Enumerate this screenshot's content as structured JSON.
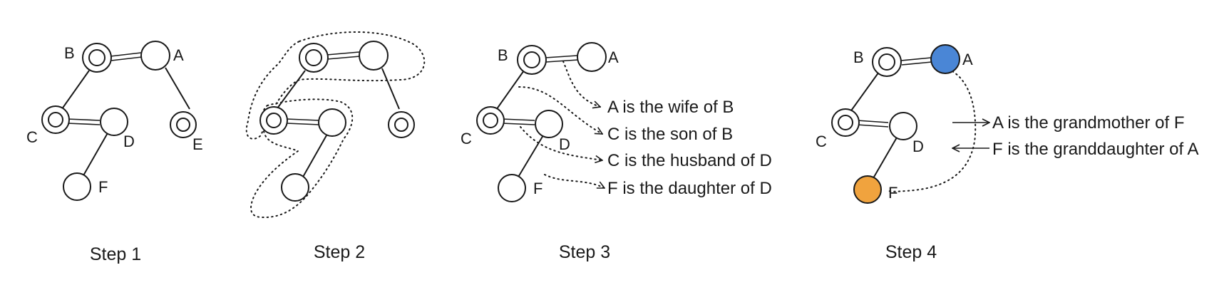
{
  "colors": {
    "node_a_fill": "#4a86d6",
    "node_f_fill": "#f0a33e",
    "stroke": "#1a1a1a"
  },
  "steps": [
    {
      "caption": "Step 1",
      "labels": {
        "b": "B",
        "a": "A",
        "c": "C",
        "d": "D",
        "e": "E",
        "f": "F"
      }
    },
    {
      "caption": "Step 2"
    },
    {
      "caption": "Step 3",
      "labels": {
        "b": "B",
        "a": "A",
        "c": "C",
        "d": "D",
        "f": "F"
      },
      "relations": [
        "A is the wife of B",
        "C is the son of B",
        "C is the husband of D",
        "F is the daughter of D"
      ]
    },
    {
      "caption": "Step 4",
      "labels": {
        "b": "B",
        "a": "A",
        "c": "C",
        "d": "D",
        "f": "F"
      },
      "relations": [
        "A is the grandmother of F",
        "F is the granddaughter of A"
      ]
    }
  ]
}
